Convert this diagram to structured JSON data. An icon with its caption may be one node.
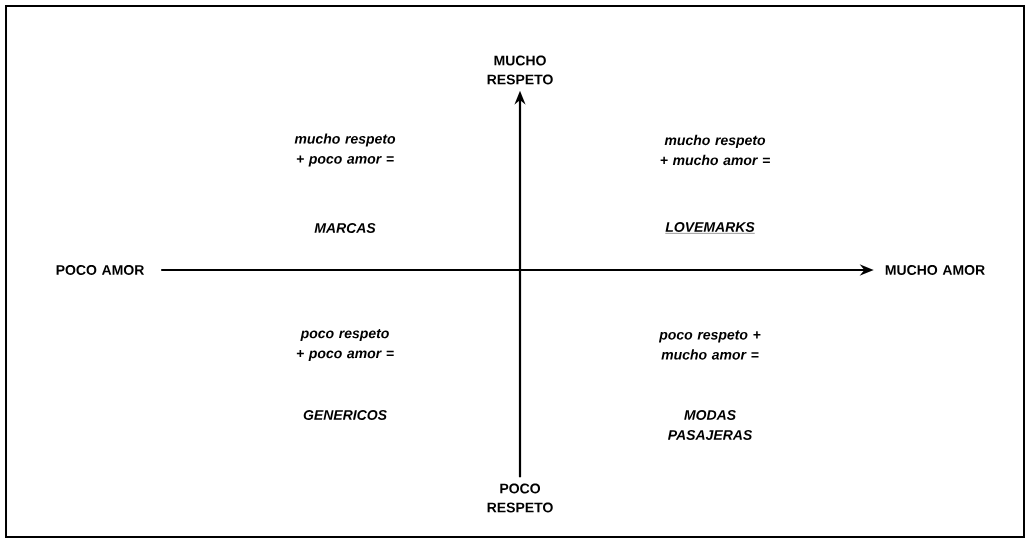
{
  "diagram": {
    "nodes": [
      {
        "text": [
          "MUCHO RESPETO"
        ]
      },
      {
        "text": [
          "POCO RESPETO"
        ]
      },
      {
        "text": [
          "POCO AMOR"
        ]
      },
      {
        "text": [
          "MUCHO AMOR"
        ]
      }
    ],
    "edges": [
      {
        "from": 1,
        "to": 0,
        "arrow": "to"
      },
      {
        "from": 2,
        "to": 3,
        "arrow": "to"
      }
    ],
    "labels": [
      "mucho respeto + poco amor =",
      "mucho respeto + mucho amor =",
      "MARCAS",
      "LOVEMARKS",
      "poco respeto + poco amor =",
      "poco respeto + mucho amor =",
      "GENERICOS",
      "MODAS PASAJERAS"
    ]
  }
}
